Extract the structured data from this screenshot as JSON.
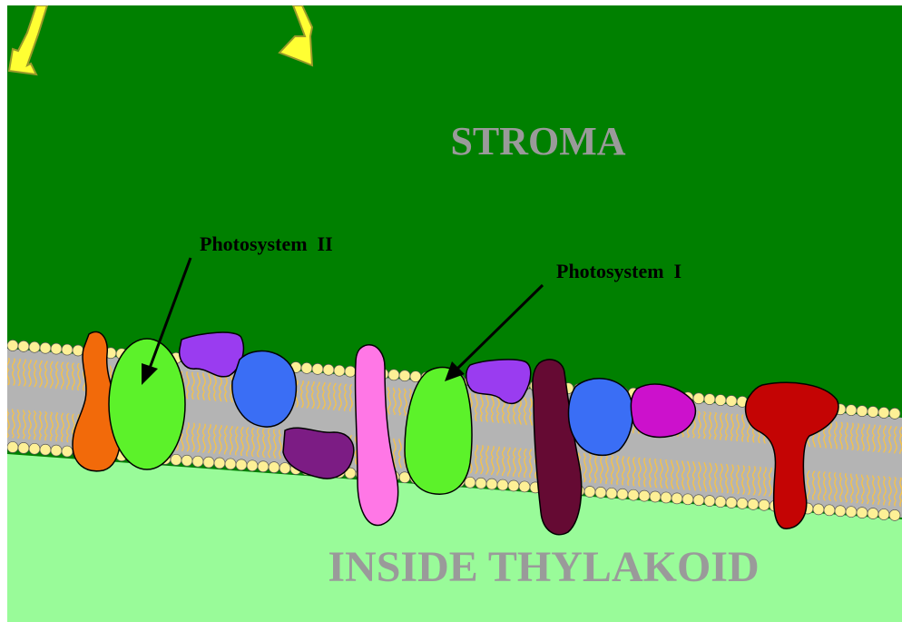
{
  "regions": {
    "stroma_label": "STROMA",
    "lumen_label": "INSIDE THYLAKOID"
  },
  "callouts": {
    "photosystem_ii": "Photosystem  II",
    "photosystem_i": "Photosystem  I"
  },
  "colors": {
    "stroma": "#008000",
    "lumen": "#99fb99",
    "membrane_core": "#b4b4b4",
    "lipid_head": "#fdf096",
    "lipid_tail": "#f5c24a",
    "lightning": "#ffff33",
    "photosystem": "#5cf22a",
    "orange_protein": "#f26a0a",
    "violet_protein": "#9a3cf0",
    "blue_protein": "#3a6ef5",
    "purple_protein": "#7c1c84",
    "pink_protein": "#ff77e6",
    "maroon_protein": "#650a33",
    "magenta_protein": "#cc11cc",
    "red_protein": "#c40404",
    "region_text": "#9a9a9a"
  },
  "icons": [
    "lightning-bolt-icon",
    "lightning-bolt-icon"
  ]
}
